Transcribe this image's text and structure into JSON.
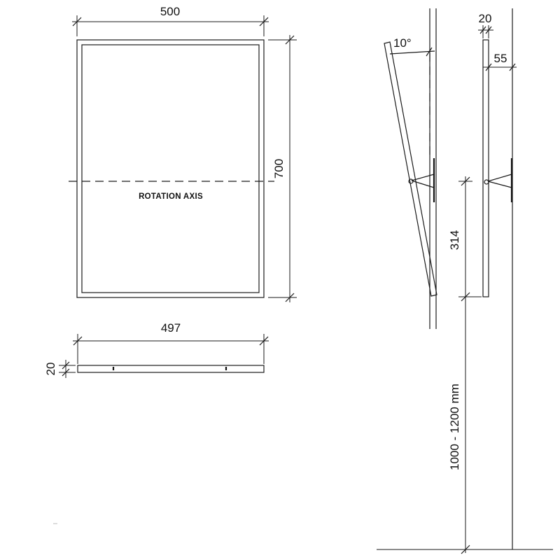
{
  "front_view": {
    "width_label": "500",
    "height_label": "700",
    "axis_label": "ROTATION AXIS"
  },
  "plan_view": {
    "width_label": "497",
    "depth_label": "20"
  },
  "tilted_side": {
    "angle_label": "10°",
    "axis_height_label": "314",
    "mount_height_label": "1000 - 1200 mm"
  },
  "flat_side": {
    "thickness_label": "20",
    "offset_label": "55"
  }
}
